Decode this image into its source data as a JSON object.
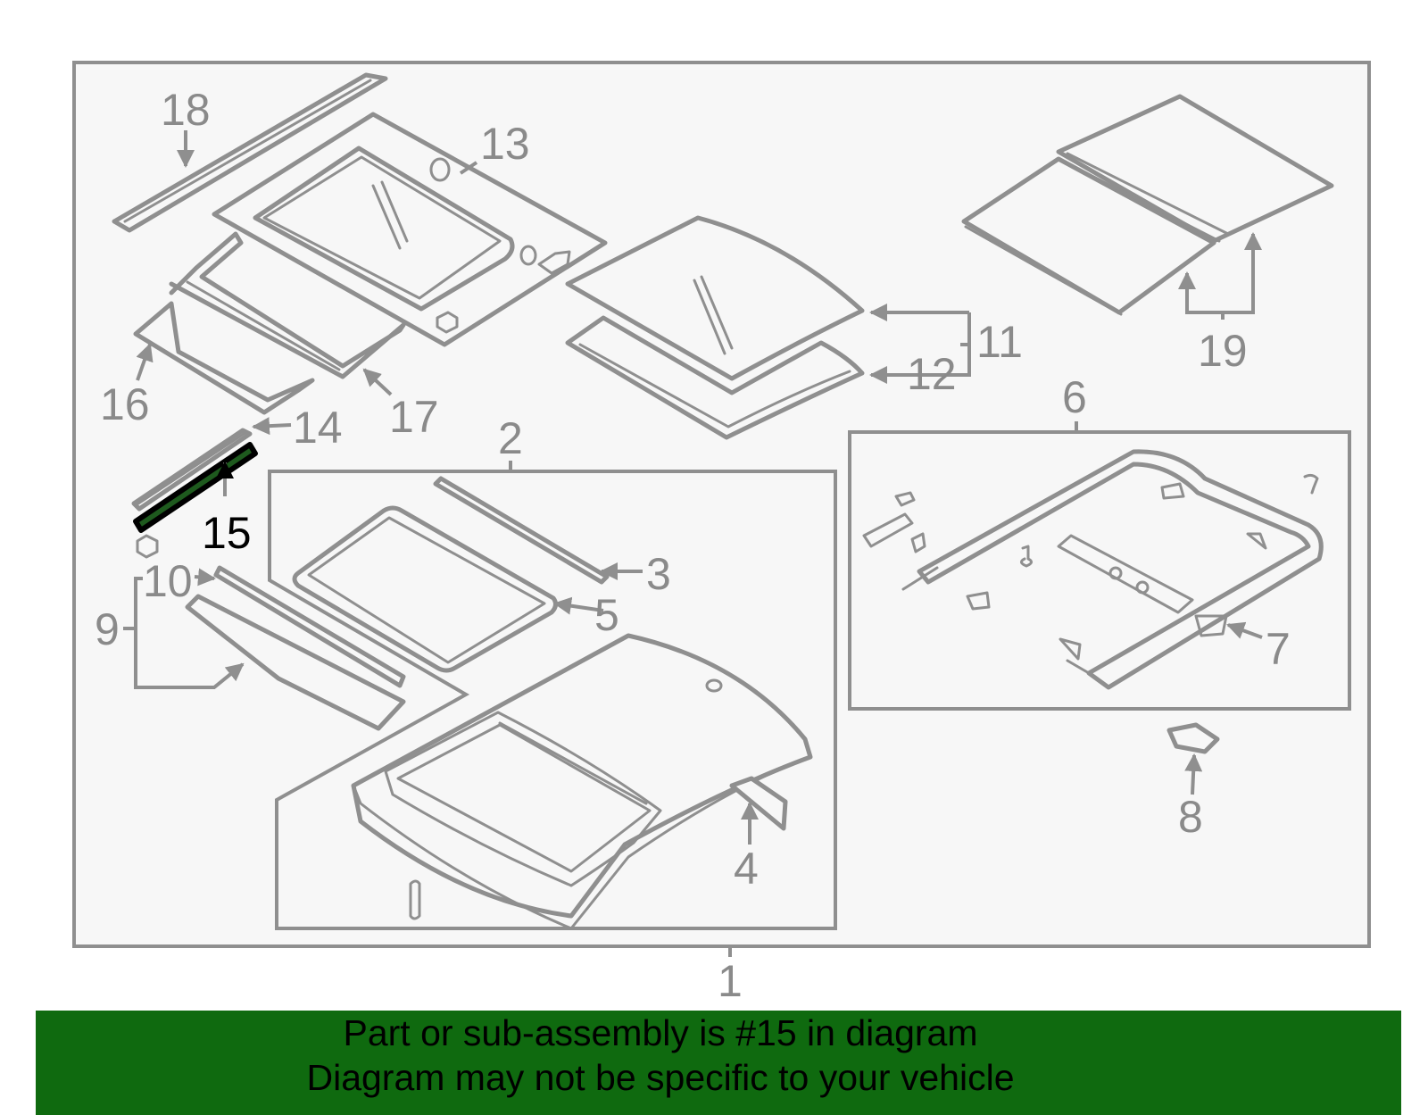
{
  "callouts": {
    "c1": "1",
    "c2": "2",
    "c3": "3",
    "c4": "4",
    "c5": "5",
    "c6": "6",
    "c7": "7",
    "c8": "8",
    "c9": "9",
    "c10": "10",
    "c11": "11",
    "c12": "12",
    "c13": "13",
    "c14": "14",
    "c15": "15",
    "c16": "16",
    "c17": "17",
    "c18": "18",
    "c19": "19"
  },
  "highlighted_part": "15",
  "colors": {
    "line": "#8f8f8f",
    "highlight": "#000000",
    "banner": "#0f6a0f",
    "background": "#f7f7f7"
  },
  "footer": {
    "line1": "Part or sub-assembly is #15 in diagram",
    "line2": "Diagram may not be specific to your vehicle"
  }
}
